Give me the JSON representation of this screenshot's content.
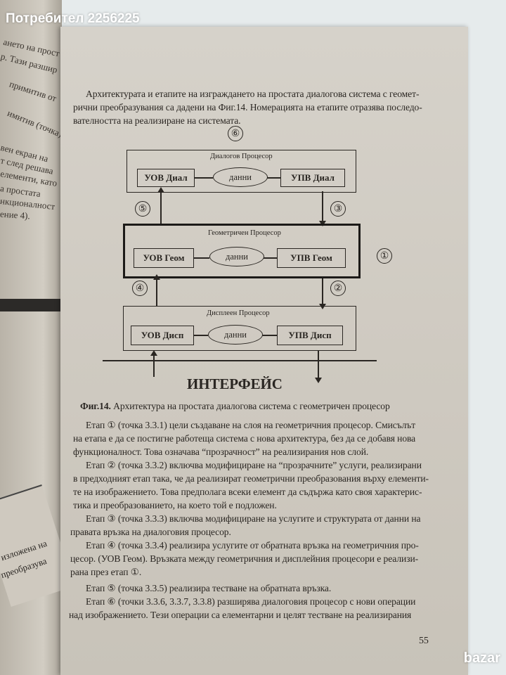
{
  "watermark": "Потребител 2256225",
  "logo": "bazar",
  "left_page": [
    "ането на прост",
    "р. Тази разшир",
    "примитив от",
    "имитив (точка)",
    "вен екран на",
    "т след решава",
    "елементи, като",
    "а простата",
    "нкционалност",
    "ение 4)."
  ],
  "left_page_lower": [
    "изложена на",
    "преобразува"
  ],
  "intro": [
    "Архитектурата и етапите на изграждането на простата диалогова система с геомет-",
    "рични преобразувания са дадени на Фиг.14. Номерацията на етапите отразява последо-",
    "вателността на реализиране на системата."
  ],
  "diagram": {
    "stage6": "⑥",
    "stage5": "⑤",
    "stage3": "③",
    "stage1": "①",
    "stage4": "④",
    "stage2": "②",
    "dialog": {
      "title": "Диалогов Процесор",
      "left": "УОВ Диал",
      "center": "данни",
      "right": "УПВ Диал"
    },
    "geom": {
      "title": "Геометричен Процесор",
      "left": "УОВ Геом",
      "center": "данни",
      "right": "УПВ Геом"
    },
    "display": {
      "title": "Дисплеен Процесор",
      "left": "УОВ Дисп",
      "center": "данни",
      "right": "УПВ Дисп"
    },
    "interface": "ИНТЕРФЕЙС"
  },
  "caption": {
    "label": "Фиг.14.",
    "text": " Архитектура на простата диалогова система с геометричен процесор"
  },
  "body": [
    "Етап ① (точка 3.3.1) цели създаване на слоя на геометричния процесор. Смисълът",
    "на етапа е да се постигне работеща система с нова архитектура, без да се добавя нова",
    "функционалност. Това означава “прозрачност” на реализирания нов слой.",
    "Етап ② (точка 3.3.2) включва модифициране на “прозрачните” услуги, реализирани",
    "в предходният етап така, че да реализират геометрични преобразования върху елементи-",
    "те на изображението. Това предполага всеки елемент да съдържа като своя характерис-",
    "тика и преобразованието, на което той е подложен.",
    "Етап ③ (точка 3.3.3) включва модифициране на услугите и структурата от данни на",
    "правата връзка на диалоговия процесор.",
    "Етап ④ (точка 3.3.4) реализира услугите от обратната връзка на геометричния про-",
    "цесор. (УОВ Геом). Връзката между геометричния и дисплейния процесори е реализи-",
    "рана през етап ①.",
    "Етап ⑤ (точка 3.3.5) реализира тестване на обратната връзка.",
    "Етап ⑥ (точки 3.3.6, 3.3.7, 3.3.8) разширява диалоговия процесор с нови операции",
    "над изображението. Тези операции са елементарни и целят тестване на реализирания"
  ],
  "page_number": "55"
}
